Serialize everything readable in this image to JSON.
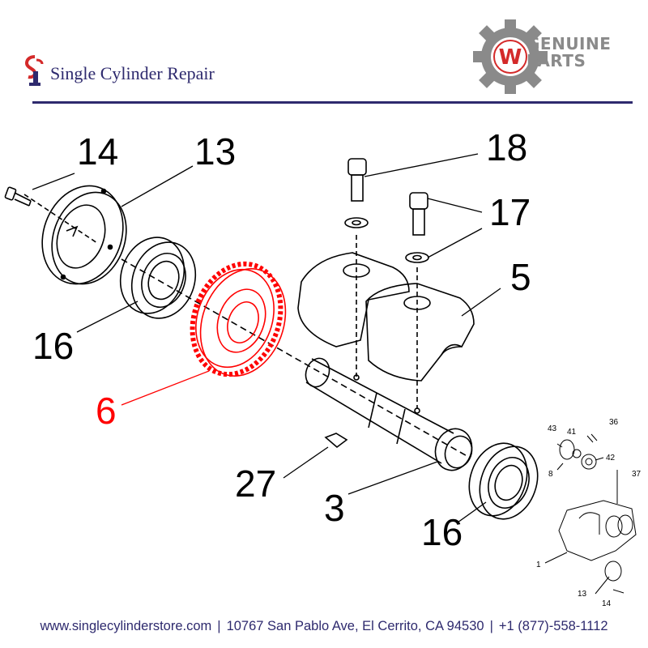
{
  "header": {
    "brand_name": "Single Cylinder Repair",
    "badge_line1": "GENUINE",
    "badge_line2": "PARTS",
    "badge_letter": "W",
    "brand_color": "#2e2a6e",
    "badge_red": "#d42a2a"
  },
  "diagram": {
    "highlight_color": "#ff0000",
    "callouts": {
      "c14": "14",
      "c13": "13",
      "c16a": "16",
      "c6": "6",
      "c18": "18",
      "c17": "17",
      "c5": "5",
      "c27": "27",
      "c3": "3",
      "c16b": "16"
    },
    "inset": {
      "i43": "43",
      "i41": "41",
      "i36": "36",
      "i8": "8",
      "i42": "42",
      "i37": "37",
      "i1": "1",
      "i13": "13",
      "i14": "14"
    }
  },
  "footer": {
    "website": "www.singlecylinderstore.com",
    "address": "10767 San Pablo Ave, El Cerrito, CA 94530",
    "phone": "+1 (877)-558-1112",
    "separator": "|"
  }
}
